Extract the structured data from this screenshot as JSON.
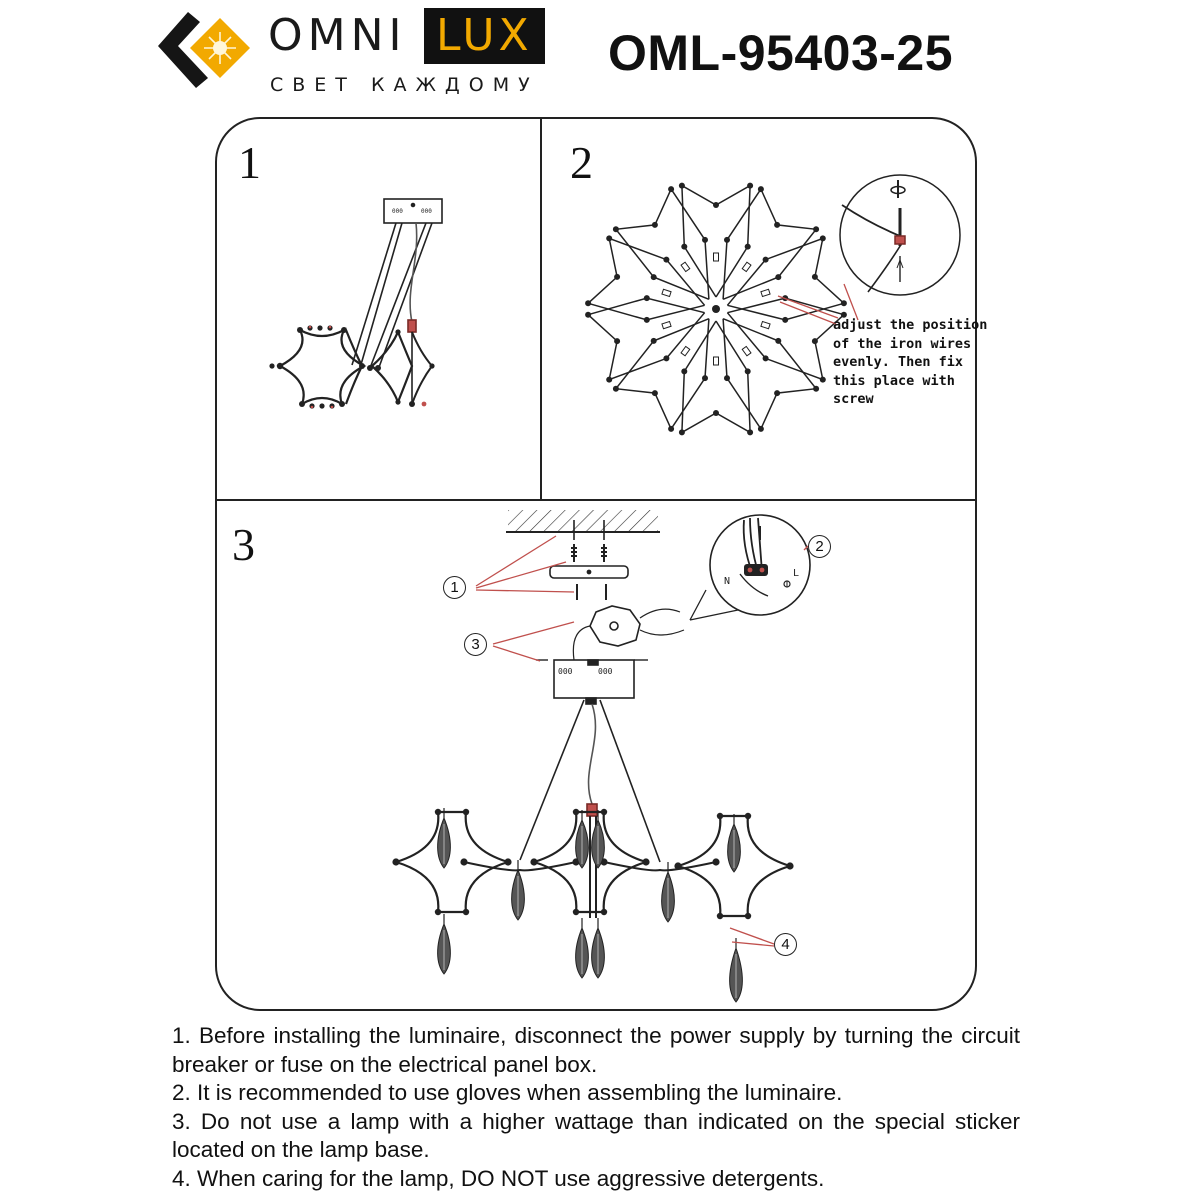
{
  "header": {
    "brand_part1": "OMNI",
    "brand_part2": "LUX",
    "tagline": "СВЕТ КАЖДОМУ",
    "model_code": "OML-95403-25",
    "brand_color": "#f2a900"
  },
  "panels": [
    {
      "number": "1"
    },
    {
      "number": "2"
    },
    {
      "number": "3"
    }
  ],
  "annotation_lines": [
    "adjust the position",
    "of the iron wires",
    "evenly. Then fix",
    "this place with",
    "screw"
  ],
  "callouts": [
    "1",
    "2",
    "3",
    "4"
  ],
  "wiring_labels": {
    "live": "L",
    "neutral": "N"
  },
  "instructions": [
    "1. Before installing the luminaire, disconnect the power supply by turning the circuit breaker or fuse on the electrical panel box.",
    "2. It is recommended to use gloves when assembling the luminaire.",
    "3. Do not use a lamp with a higher wattage than indicated on the special sticker located on the lamp base.",
    "4. When caring for the lamp, DO NOT use aggressive detergents."
  ]
}
